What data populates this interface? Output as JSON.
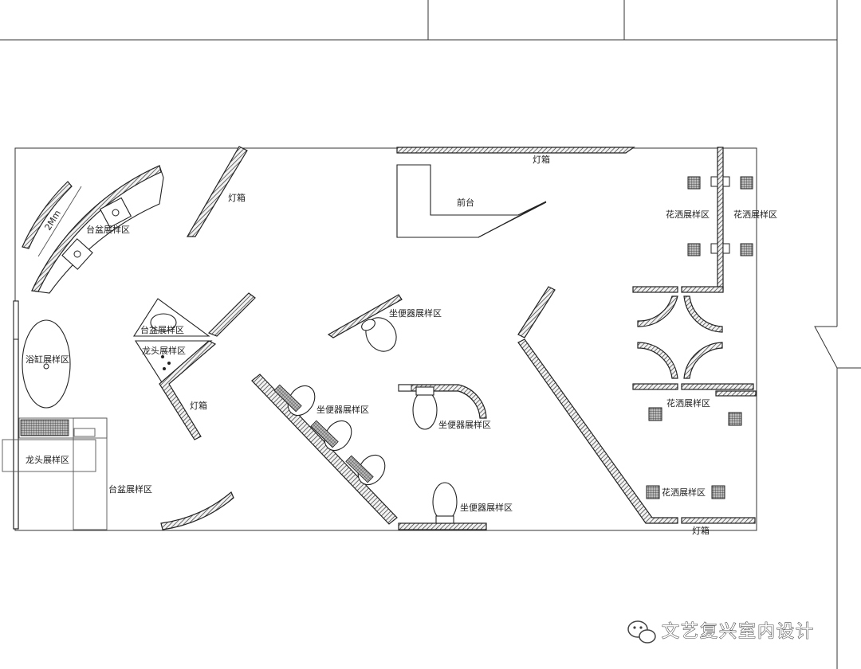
{
  "labels": {
    "lightbox_1": "灯箱",
    "lightbox_2": "灯箱",
    "lightbox_3": "灯箱",
    "lightbox_4": "灯箱",
    "reception": "前台",
    "basin_area_1": "台盆展样区",
    "basin_area_2": "台盆展样区",
    "basin_area_3": "台盆展样区",
    "faucet_area_1": "龙头展样区",
    "faucet_area_2": "龙头展样区",
    "bathtub_area": "浴缸展样区",
    "toilet_area_1": "坐便器展样区",
    "toilet_area_2": "坐便器展样区",
    "toilet_area_3": "坐便器展样区",
    "toilet_area_4": "坐便器展样区",
    "shower_area_1": "花洒展样区",
    "shower_area_2": "花洒展样区",
    "shower_area_3": "花洒展样区",
    "shower_area_4": "花洒展样区",
    "dimension": "2Mm"
  },
  "watermark": {
    "text": "文艺复兴室内设计",
    "icon": "wechat-icon"
  }
}
